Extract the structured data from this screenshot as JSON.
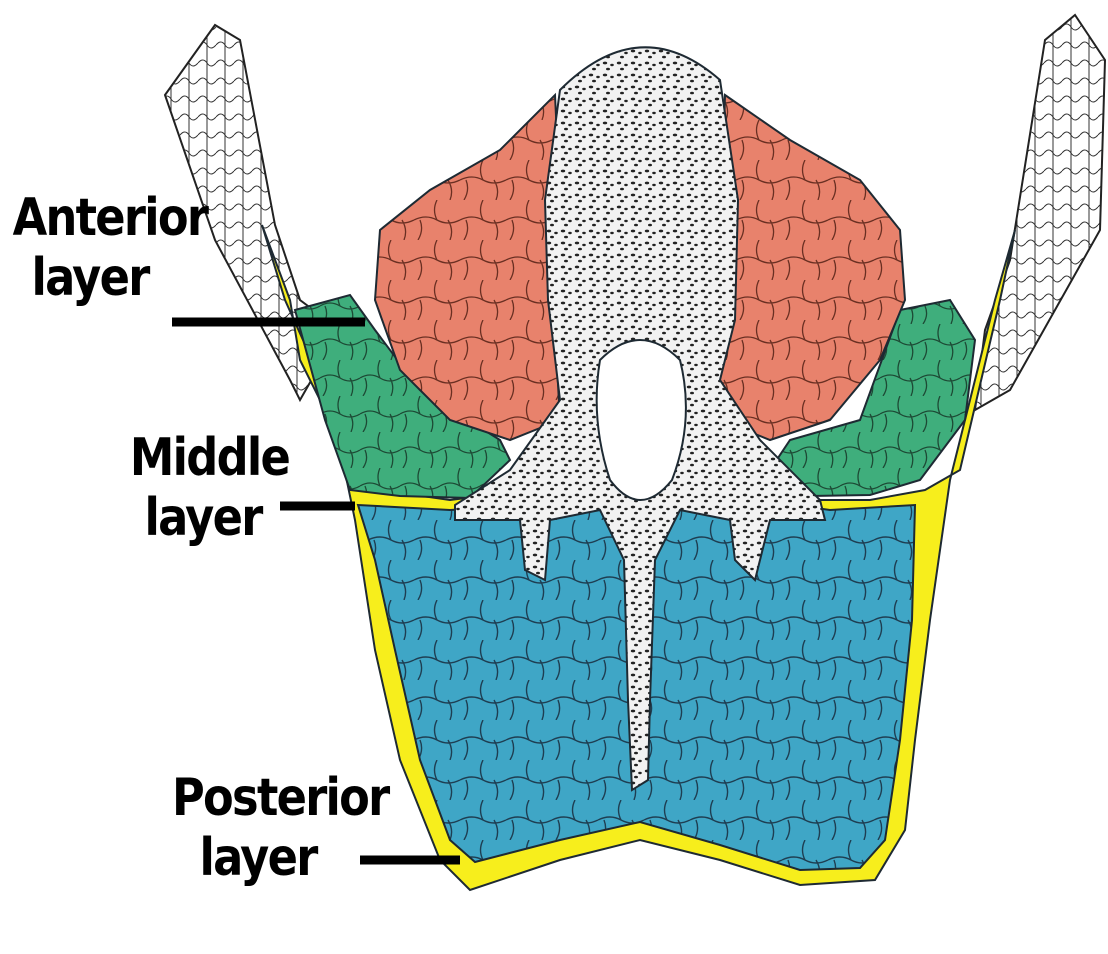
{
  "labels": {
    "anterior": {
      "line1": "Anterior",
      "line2": "layer"
    },
    "middle": {
      "line1": "Middle",
      "line2": "layer"
    },
    "posterior": {
      "line1": "Posterior",
      "line2": "layer"
    }
  },
  "colors": {
    "fascia": "#f7ee1c",
    "psoas_quadratus_red": "#e8826c",
    "quadratus_green": "#3fae7c",
    "erector_blue": "#3fa6c6",
    "bone": "#f2f2f2",
    "outline": "#1e2a33",
    "leader_line": "#000000"
  }
}
